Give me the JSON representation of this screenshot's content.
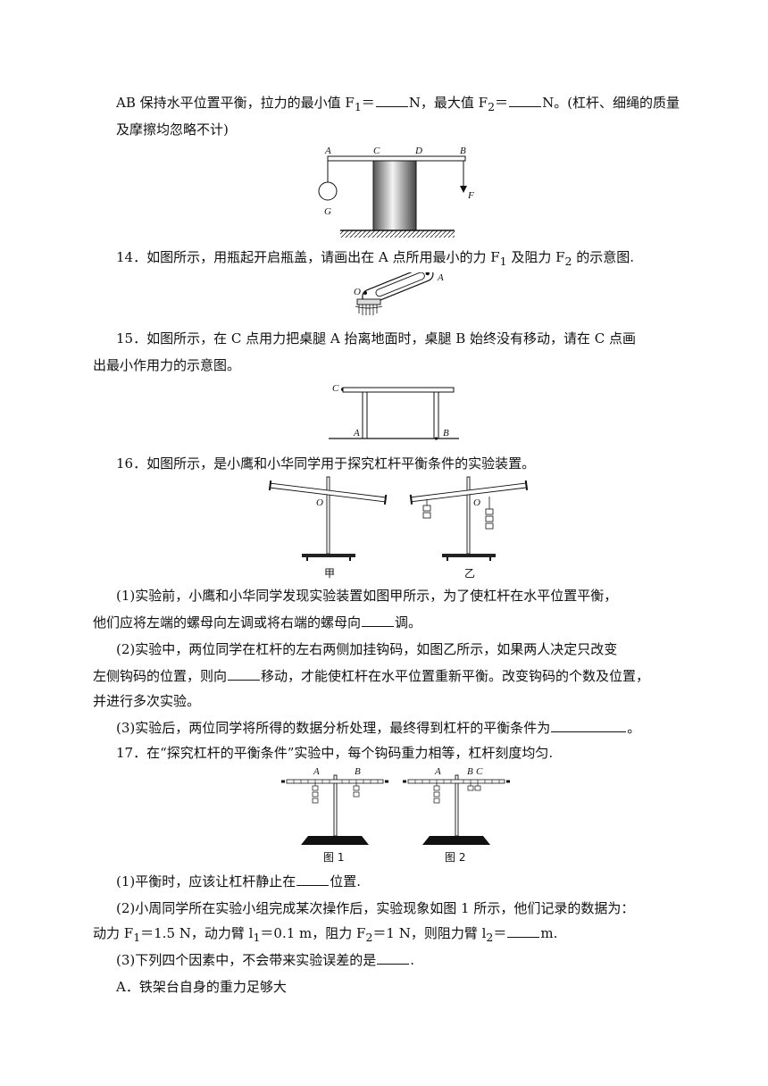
{
  "q13": {
    "line1_a": "AB 保持水平位置平衡，拉力的最小值 F",
    "line1_b": "＝",
    "line1_c": "N，最大值 F",
    "line1_d": "＝",
    "line1_e": "N。(杠杆、细绳的质量",
    "line2": "及摩擦均忽略不计)",
    "fig": {
      "A": "A",
      "C": "C",
      "D": "D",
      "B": "B",
      "G": "G",
      "F": "F"
    }
  },
  "q14": {
    "text_a": "14．如图所示，用瓶起开启瓶盖，请画出在 A 点所用最小的力 F",
    "text_b": " 及阻力 F",
    "text_c": " 的示意图.",
    "fig": {
      "O": "O",
      "A": "A"
    }
  },
  "q15": {
    "line1": "15．如图所示，在 C 点用力把桌腿 A 抬离地面时，桌腿 B 始终没有移动，请在 C 点画",
    "line2": "出最小作用力的示意图。",
    "fig": {
      "C": "C",
      "A": "A",
      "B": "B"
    }
  },
  "q16": {
    "intro": "16．如图所示，是小鹰和小华同学用于探究杠杆平衡条件的实验装置。",
    "fig": {
      "O1": "O",
      "O2": "O",
      "jia": "甲",
      "yi": "乙"
    },
    "p1_l1": "(1)实验前，小鹰和小华同学发现实验装置如图甲所示，为了使杠杆在水平位置平衡，",
    "p1_l2a": "他们应将左端的螺母向左调或将右端的螺母向",
    "p1_l2b": "调。",
    "p2_l1": "(2)实验中，两位同学在杠杆的左右两侧加挂钩码，如图乙所示，如果两人决定只改变",
    "p2_l2a": "左侧钩码的位置，则向",
    "p2_l2b": "移动，才能使杠杆在水平位置重新平衡。改变钩码的个数及位置，",
    "p2_l3": "并进行多次实验。",
    "p3a": "(3)实验后，两位同学将所得的数据分析处理，最终得到杠杆的平衡条件为",
    "p3b": "。"
  },
  "q17": {
    "intro": "17．在“探究杠杆的平衡条件”实验中，每个钩码重力相等，杠杆刻度均匀.",
    "fig": {
      "A1": "A",
      "B1": "B",
      "A2": "A",
      "B2": "B",
      "C2": "C",
      "cap1": "图 1",
      "cap2": "图 2"
    },
    "p1a": "(1)平衡时，应该让杠杆静止在",
    "p1b": "位置.",
    "p2_l1": "(2)小周同学所在实验小组完成某次操作后，实验现象如图 1 所示，他们记录的数据为：",
    "p2_l2a": "动力 F",
    "p2_l2b": "＝1.5 N，动力臂 l",
    "p2_l2c": "＝0.1 m，阻力 F",
    "p2_l2d": "＝1 N，则阻力臂 l",
    "p2_l2e": "＝",
    "p2_l2f": "m.",
    "p3a": "(3)下列四个因素中，不会带来实验误差的是",
    "p3b": ".",
    "optA": "A．铁架台自身的重力足够大"
  },
  "sub": {
    "one": "1",
    "two": "2"
  }
}
